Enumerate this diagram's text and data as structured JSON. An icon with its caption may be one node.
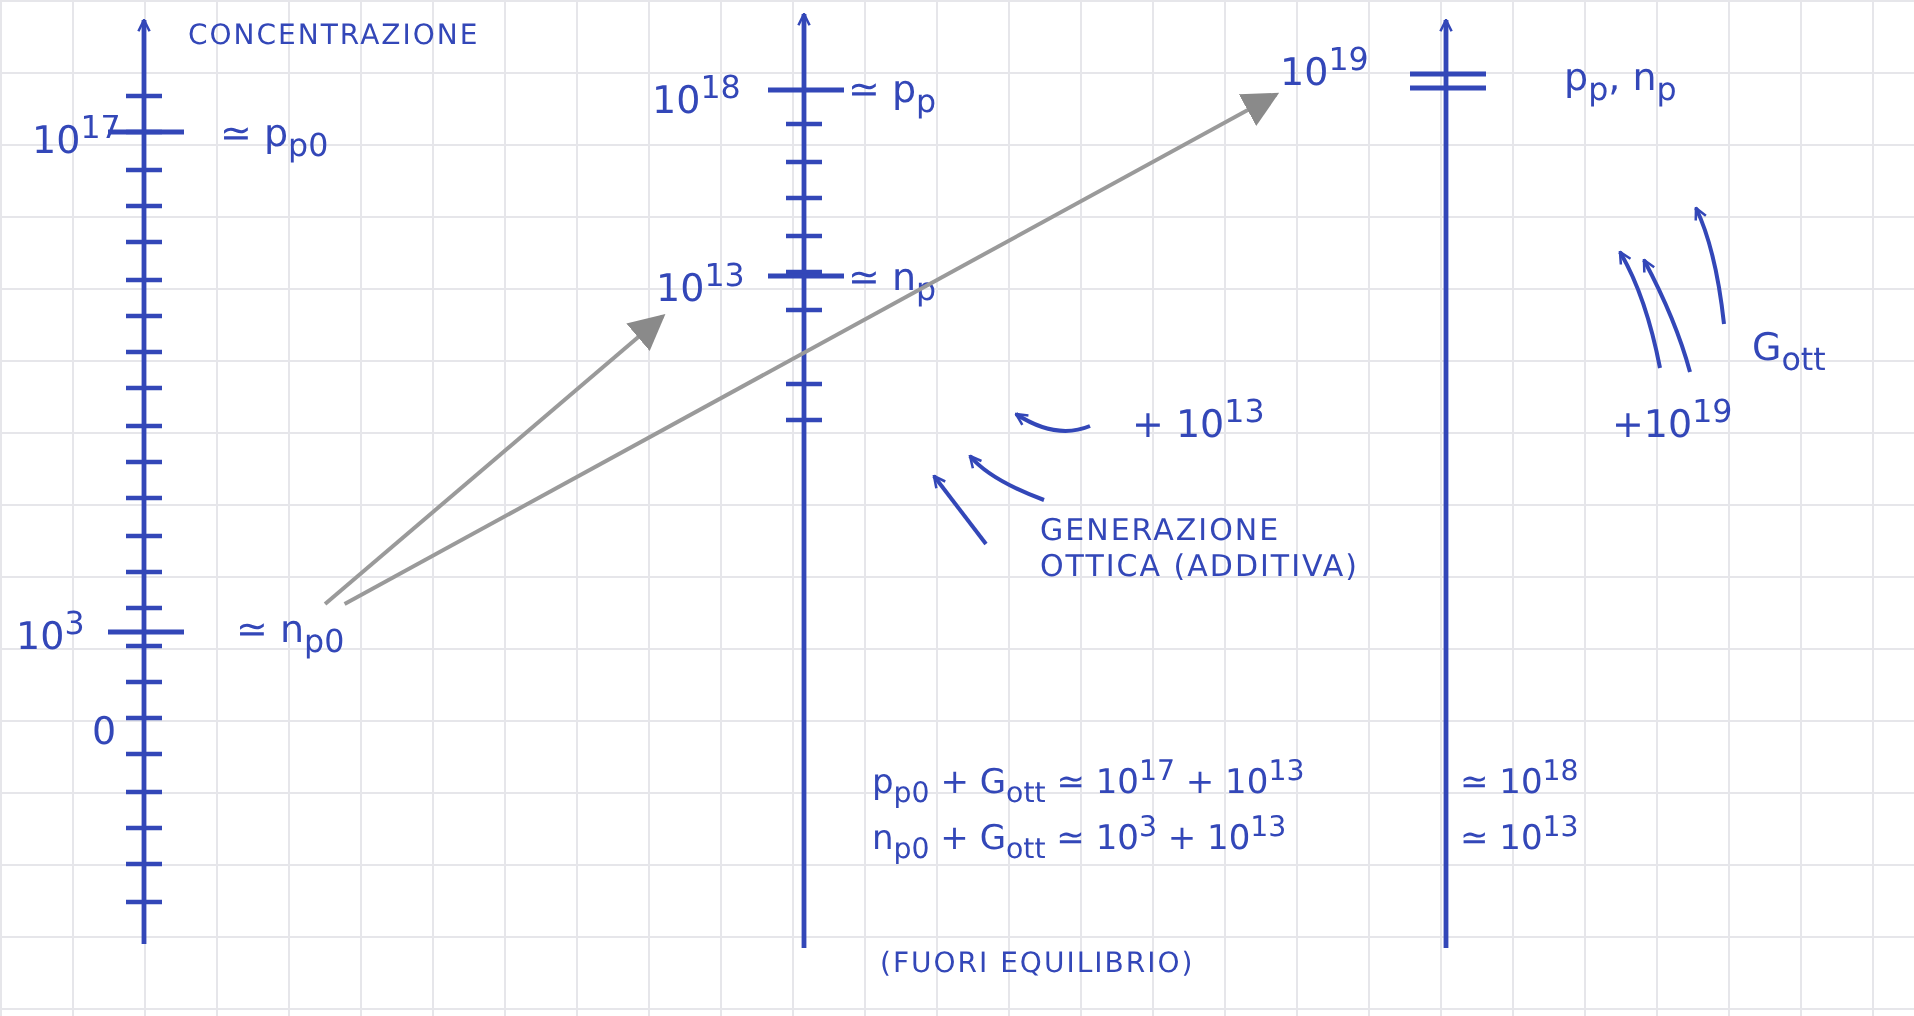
{
  "diagram": {
    "nodes": [
      {
        "text": [
          "≃ n$_{p0}$"
        ]
      },
      {
        "text": [
          "10$^{13}$"
        ]
      },
      {
        "text": [
          "10$^{19}$"
        ]
      }
    ],
    "edges": [
      {
        "from": 0,
        "to": 1,
        "arrow": "to"
      },
      {
        "from": 0,
        "to": 2,
        "arrow": "to"
      }
    ],
    "labels": [
      "CONCENTRAZIONE",
      "10$^{17}$",
      "≃ p$_{p0}$",
      "10$^{3}$",
      "0",
      "10$^{18}$",
      "≃ p$_{p}$",
      "≃ n$_{p}$",
      "p$_{p}$, n$_{p}$",
      "+ 10$^{13}$",
      "GENERAZIONE OTTICA (ADDITIVA)",
      "G$_{ott}$",
      "+10$^{19}$",
      "p$_{p0}$ + G$_{ott}$ ≃ 10$^{17}$ + 10$^{13}$",
      "≃ 10$^{18}$",
      "n$_{p0}$ + G$_{ott}$ ≃ 10$^{3}$ + 10$^{13}$",
      "≃ 10$^{13}$",
      "(FUORI EQUILIBRIO)"
    ]
  }
}
